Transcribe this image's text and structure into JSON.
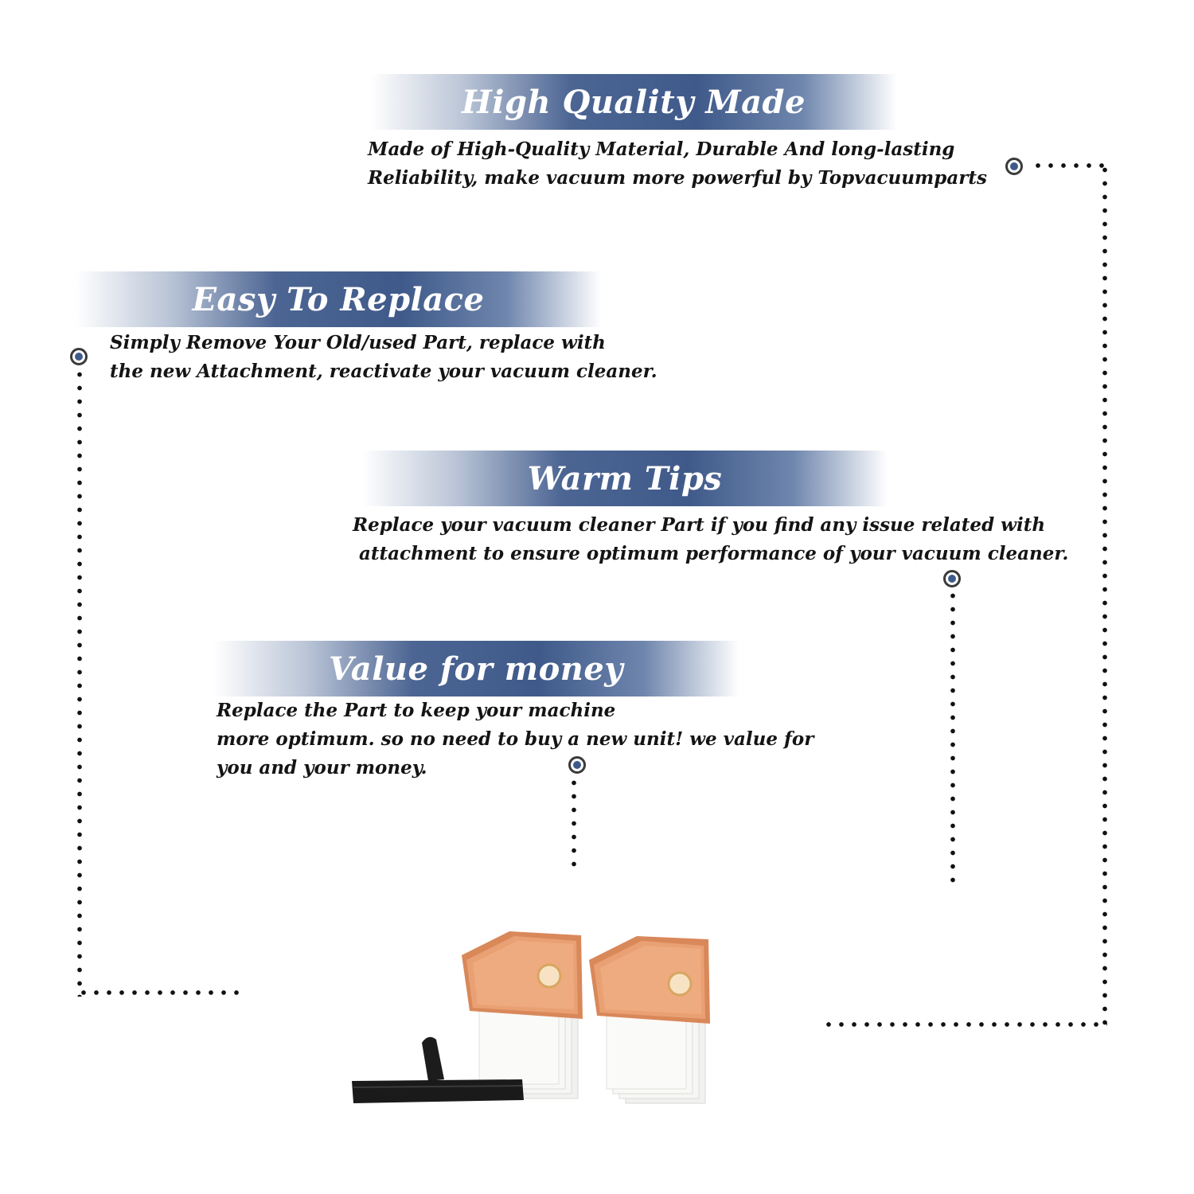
{
  "features": [
    {
      "title": "High Quality Made",
      "lines": [
        "Made of  High-Quality Material, Durable And long-lasting",
        "Reliability, make vacuum more powerful by Topvacuumparts"
      ]
    },
    {
      "title": "Easy To Replace",
      "lines": [
        "Simply Remove Your Old/used Part, replace with",
        "the new Attachment, reactivate your vacuum cleaner."
      ]
    },
    {
      "title": "Warm Tips",
      "lines": [
        "Replace your vacuum cleaner Part if you find any issue related with",
        " attachment to ensure optimum performance of your vacuum cleaner."
      ]
    },
    {
      "title": "Value for money",
      "lines": [
        "Replace the Part to keep your machine",
        "more optimum. so no need to buy a new unit! we value for",
        "you and your money."
      ]
    }
  ],
  "colors": {
    "banner_blue": "#3f5a8a",
    "text": "#141414",
    "bag_orange": "#e9a173"
  },
  "product_icons": [
    "dust-bag-stack",
    "dust-bag-stack",
    "upholstery-tool"
  ]
}
